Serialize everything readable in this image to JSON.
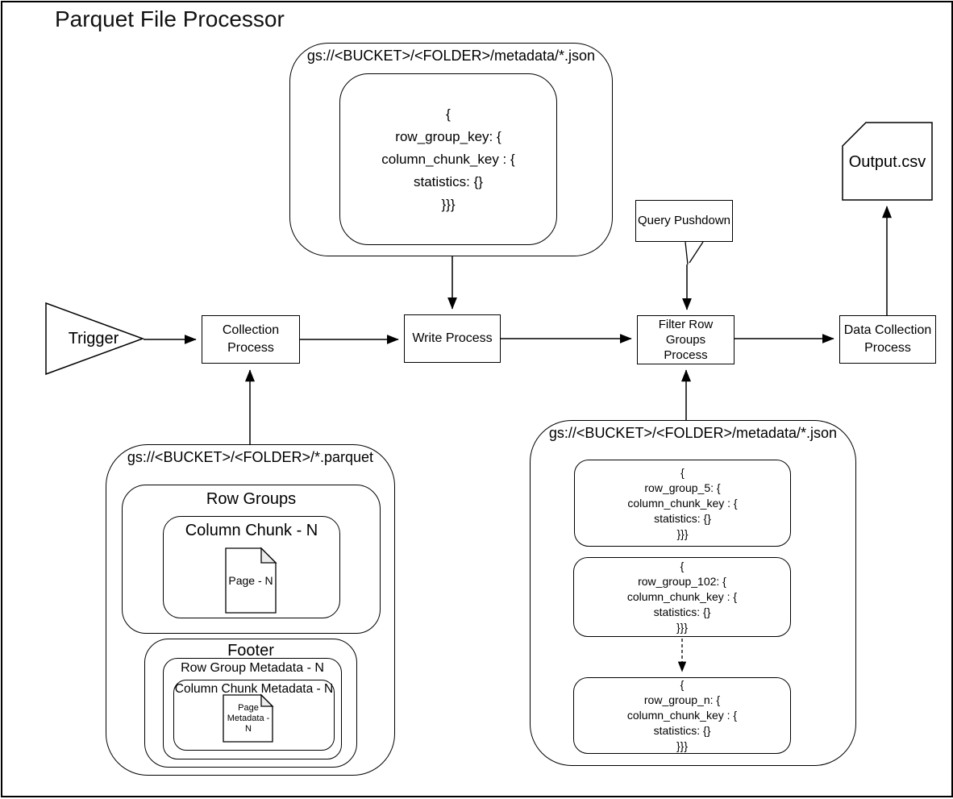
{
  "title": "Parquet File Processor",
  "flow": {
    "trigger_label": "Trigger",
    "collection_label": "Collection\nProcess",
    "write_label": "Write Process",
    "filter_label": "Filter Row\nGroups\nProcess",
    "data_collection_label": "Data Collection\nProcess",
    "query_pushdown_label": "Query Pushdown",
    "output_label": "Output.csv"
  },
  "top_metadata": {
    "label": "gs://<BUCKET>/<FOLDER>/metadata/*.json",
    "json": "{\nrow_group_key: {\ncolumn_chunk_key : {\nstatistics: {}\n}}}"
  },
  "parquet_file": {
    "label": "gs://<BUCKET>/<FOLDER>/*.parquet",
    "row_groups_label": "Row Groups",
    "column_chunk_label": "Column Chunk - N",
    "page_label": "Page - N",
    "footer_label": "Footer",
    "row_group_metadata_label": "Row Group Metadata - N",
    "column_chunk_metadata_label": "Column Chunk Metadata - N",
    "page_metadata_label": "Page\nMetadata -\nN"
  },
  "metadata_files": {
    "label": "gs://<BUCKET>/<FOLDER>/metadata/*.json",
    "entries": [
      {
        "json": "{\nrow_group_5: {\ncolumn_chunk_key : {\nstatistics: {}\n}}}"
      },
      {
        "json": "{\nrow_group_102: {\ncolumn_chunk_key : {\nstatistics: {}\n}}}"
      },
      {
        "json": "{\nrow_group_n: {\ncolumn_chunk_key : {\nstatistics: {}\n}}}"
      }
    ]
  },
  "colors": {
    "line": "#000000",
    "background": "#ffffff",
    "page_fold": "#ececec"
  }
}
